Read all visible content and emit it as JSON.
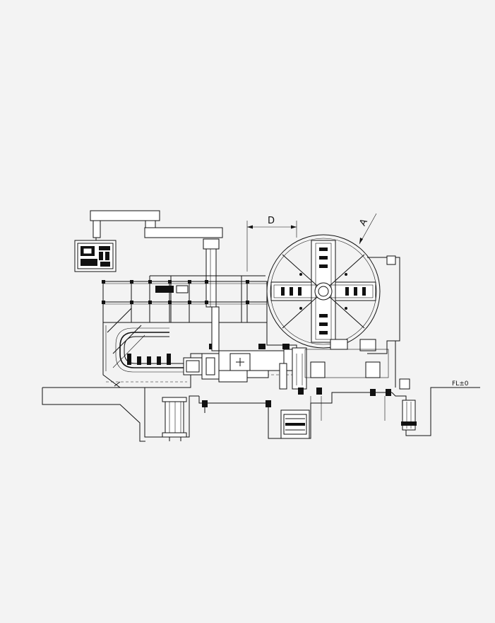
{
  "drawing": {
    "dimension_label_d": "D",
    "dimension_label_a": "A",
    "floor_level_label": "FL±0"
  }
}
